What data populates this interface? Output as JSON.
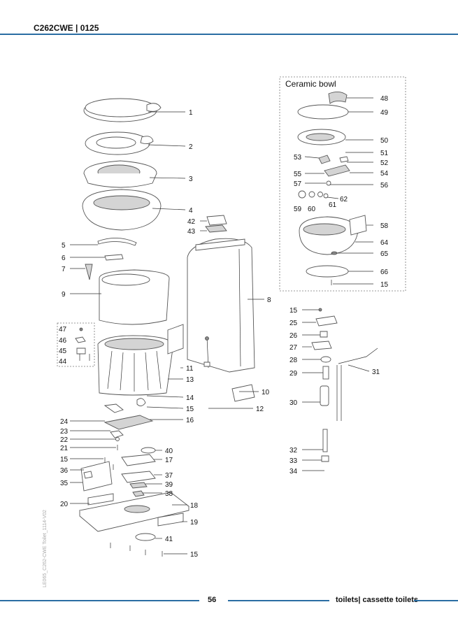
{
  "header": {
    "title": "C262CWE  | 0125"
  },
  "inset": {
    "title": "Ceramic bowl"
  },
  "side_code": "LE065_C262-CWE Toilet_1114-V02",
  "footer": {
    "page_number": "56",
    "section": "toilets| cassette toilets"
  },
  "main_labels": {
    "l1": "1",
    "l2": "2",
    "l3": "3",
    "l4": "4",
    "l5": "5",
    "l6": "6",
    "l7": "7",
    "l8": "8",
    "l9": "9",
    "l10": "10",
    "l11": "11",
    "l12": "12",
    "l13": "13",
    "l14": "14",
    "l15a": "15",
    "l16": "16",
    "l17": "17",
    "l18": "18",
    "l19": "19",
    "l20": "20",
    "l21": "21",
    "l22": "22",
    "l23": "23",
    "l24": "24",
    "l35": "35",
    "l36": "36",
    "l37": "37",
    "l38": "38",
    "l39": "39",
    "l40": "40",
    "l41": "41",
    "l42": "42",
    "l43": "43",
    "l44": "44",
    "l45": "45",
    "l46": "46",
    "l47": "47",
    "l15b": "15",
    "l15c": "15"
  },
  "pump_labels": {
    "l15": "15",
    "l25": "25",
    "l26": "26",
    "l27": "27",
    "l28": "28",
    "l29": "29",
    "l30": "30",
    "l31": "31",
    "l32": "32",
    "l33": "33",
    "l34": "34"
  },
  "inset_labels": {
    "l48": "48",
    "l49": "49",
    "l50": "50",
    "l51": "51",
    "l52": "52",
    "l53": "53",
    "l54": "54",
    "l55": "55",
    "l56": "56",
    "l57": "57",
    "l58": "58",
    "l59": "59",
    "l60": "60",
    "l61": "61",
    "l62": "62",
    "l64": "64",
    "l65": "65",
    "l66": "66",
    "l15": "15"
  }
}
